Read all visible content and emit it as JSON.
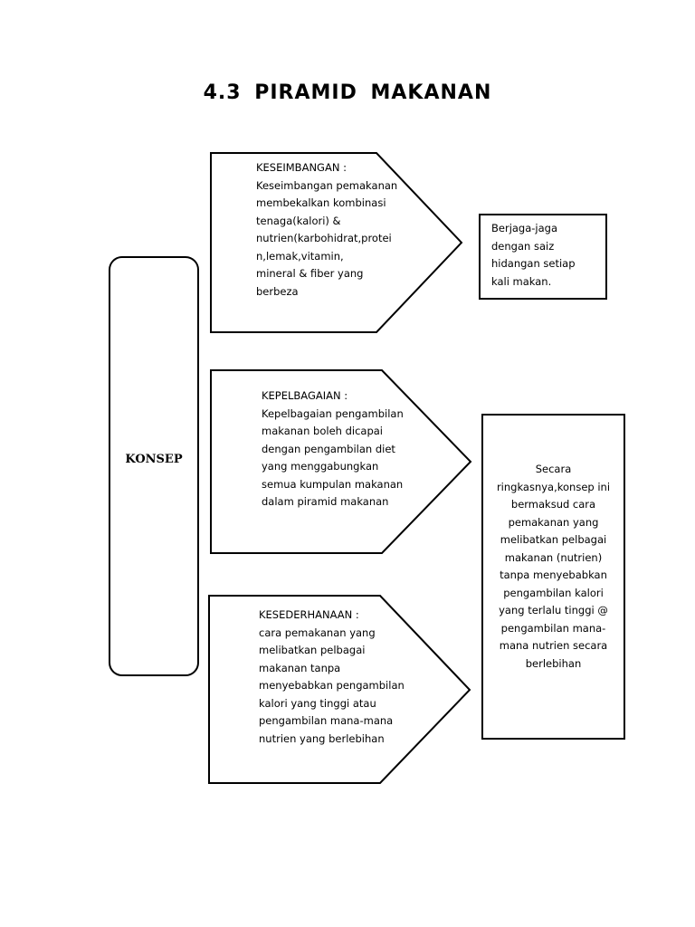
{
  "title": "4.3  PIRAMID  MAKANAN",
  "konsep": {
    "label": "KONSEP"
  },
  "arrows": [
    {
      "heading": "KESEIMBANGAN :",
      "bullets": [
        "Keseimbangan pemakanan membekalkan kombinasi tenaga(kalori) & nutrien(karbohidrat,protei n,lemak,vitamin,",
        "mineral & fiber yang berbeza"
      ]
    },
    {
      "heading": "KEPELBAGAIAN :",
      "bullets": [
        "Kepelbagaian pengambilan makanan boleh dicapai dengan pengambilan diet yang menggabungkan semua kumpulan makanan dalam piramid makanan"
      ]
    },
    {
      "heading": "KESEDERHANAAN :",
      "bullets": [
        "cara pemakanan yang melibatkan pelbagai makanan tanpa menyebabkan pengambilan kalori yang tinggi atau pengambilan mana-mana nutrien yang berlebihan"
      ]
    }
  ],
  "side_boxes": {
    "top": {
      "text": "Berjaga-jaga dengan saiz hidangan setiap kali makan."
    },
    "bottom": {
      "text": "Secara ringkasnya,konsep ini bermaksud cara pemakanan yang melibatkan pelbagai makanan (nutrien) tanpa menyebabkan pengambilan kalori yang terlalu tinggi @ pengambilan mana-mana nutrien secara berlebihan"
    }
  }
}
